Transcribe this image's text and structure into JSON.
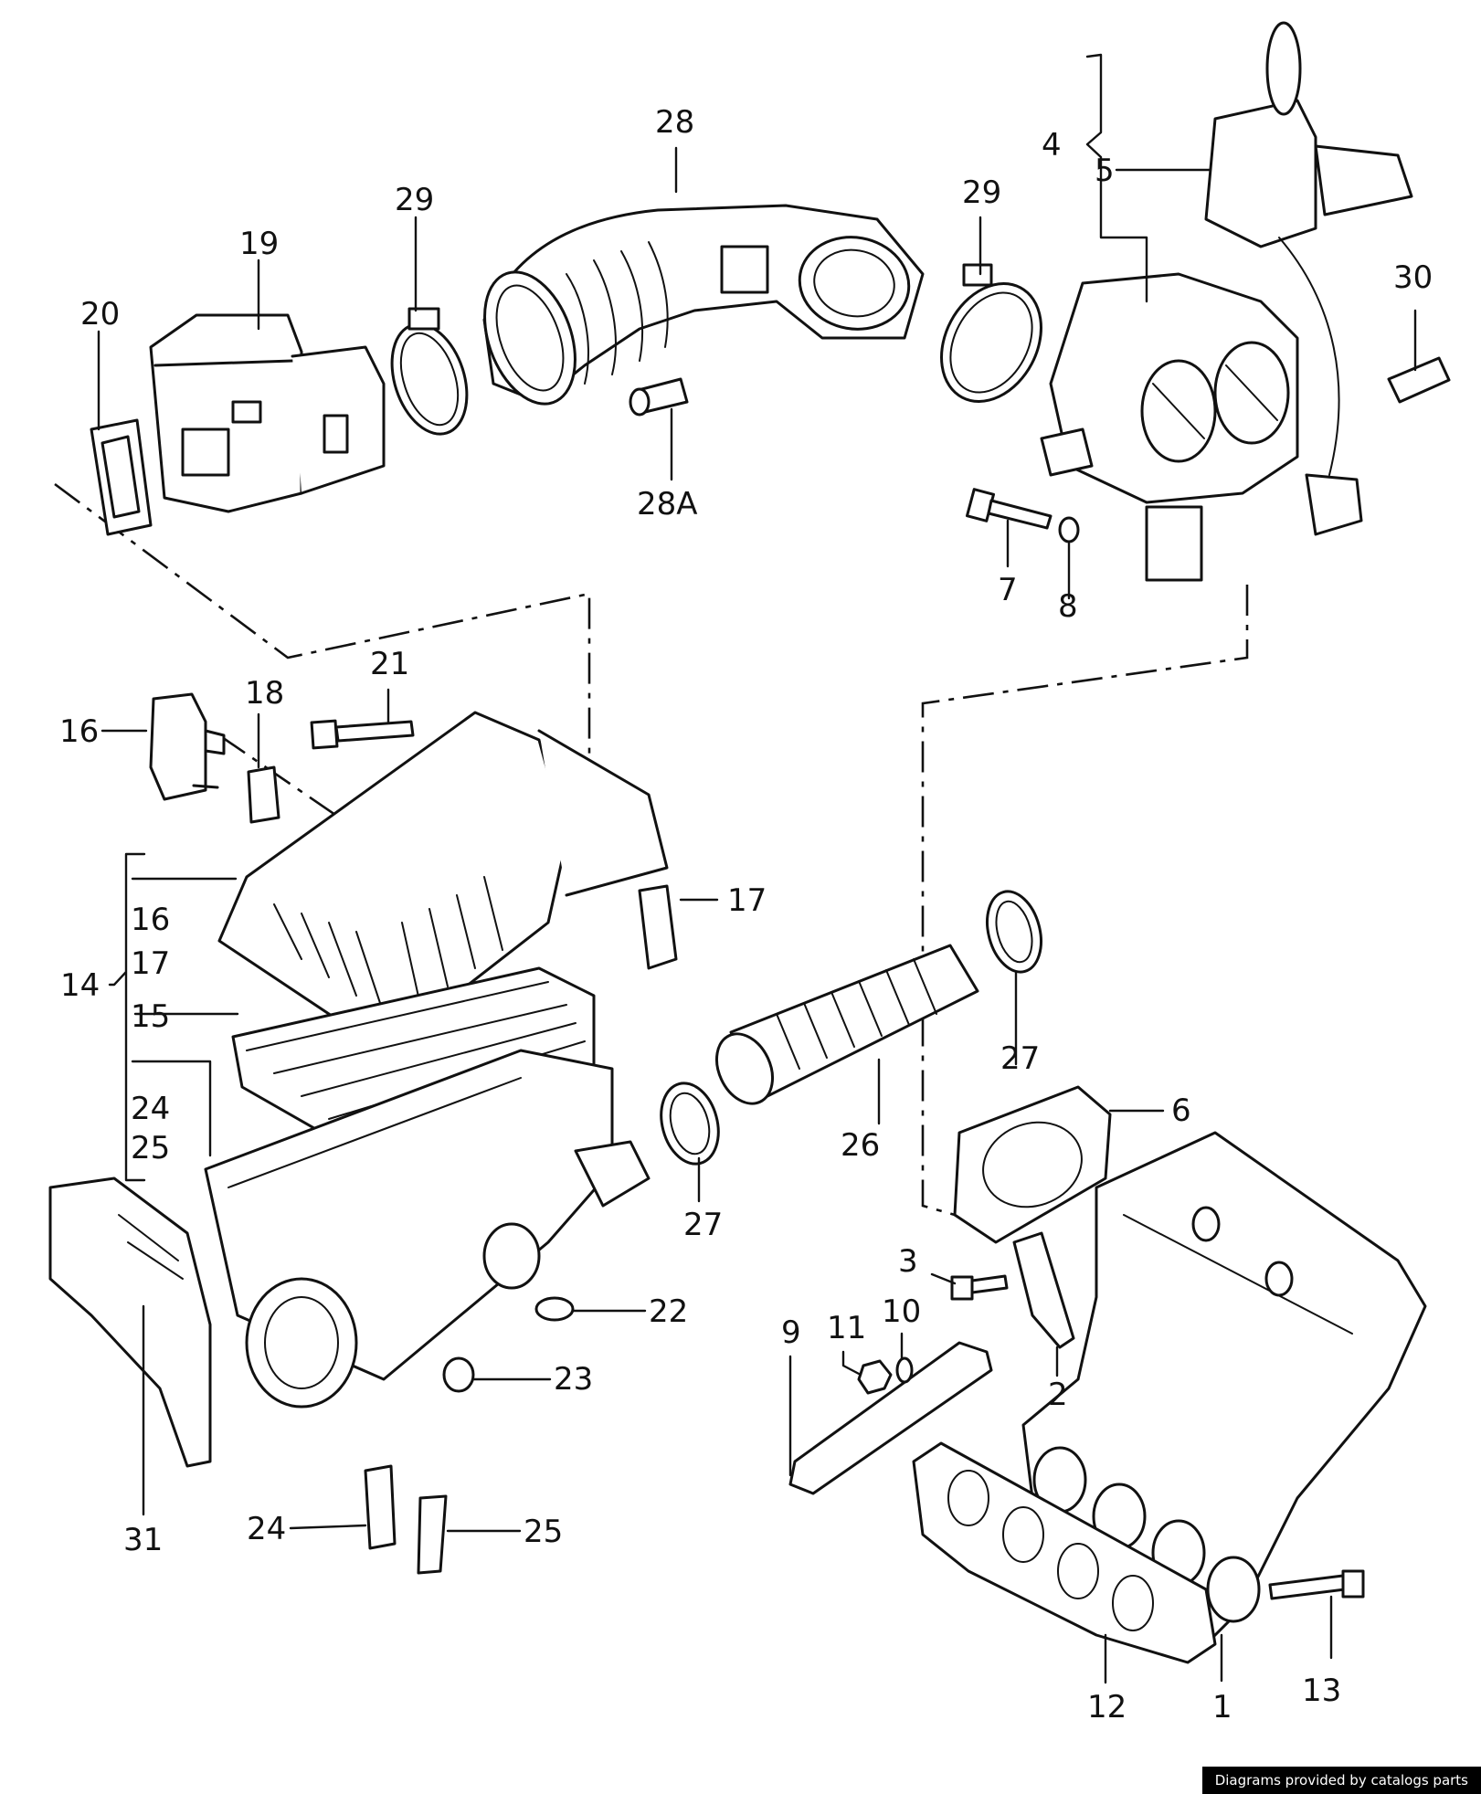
{
  "callouts": {
    "n1": "1",
    "n2": "2",
    "n3": "3",
    "n4": "4",
    "n5": "5",
    "n6": "6",
    "n7": "7",
    "n8": "8",
    "n9": "9",
    "n10": "10",
    "n11": "11",
    "n12": "12",
    "n13": "13",
    "n14": "14",
    "n15": "15",
    "n16": "16",
    "n17": "17",
    "n18": "18",
    "n19": "19",
    "n20": "20",
    "n21": "21",
    "n22": "22",
    "n23": "23",
    "n24": "24",
    "n25": "25",
    "n26": "26",
    "n27": "27",
    "n28": "28",
    "n28a": "28A",
    "n29": "29",
    "n30": "30",
    "n31": "31"
  },
  "footer": {
    "credit": "Diagrams provided by catalogs parts"
  }
}
